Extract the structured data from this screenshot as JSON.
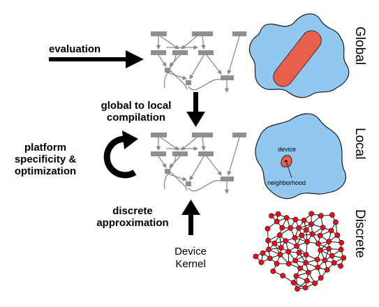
{
  "labels": {
    "evaluation": "evaluation",
    "global_to_local_line1": "global to local",
    "global_to_local_line2": "compilation",
    "platform_line1": "platform",
    "platform_line2": "specificity &",
    "platform_line3": "optimization",
    "discrete_line1": "discrete",
    "discrete_line2": "approximation",
    "device_kernel_line1": "Device",
    "device_kernel_line2": "Kernel"
  },
  "side_labels": {
    "global": "Global",
    "local": "Local",
    "discrete": "Discrete"
  },
  "local_panel": {
    "device": "device",
    "neighborhood": "neighborhood"
  },
  "colors": {
    "blob_fill": "#92c7f0",
    "global_bar": "#e8604b",
    "node_red": "#e0101e",
    "graph_box": "#7d7d7d"
  }
}
